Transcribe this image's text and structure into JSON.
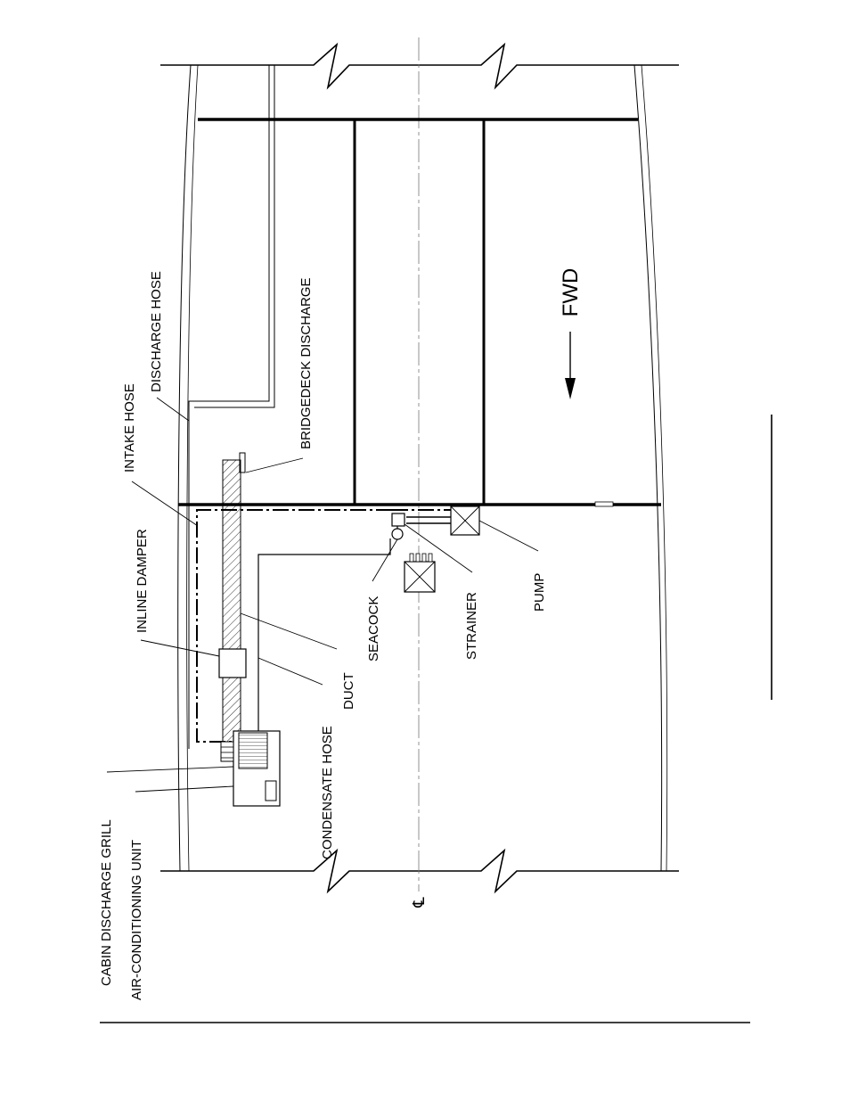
{
  "labels": {
    "discharge_hose": "DISCHARGE HOSE",
    "intake_hose": "INTAKE HOSE",
    "bridgedeck_discharge": "BRIDGEDECK DISCHARGE",
    "inline_damper": "INLINE DAMPER",
    "seacock": "SEACOCK",
    "strainer": "STRAINER",
    "pump": "PUMP",
    "duct": "DUCT",
    "condensate_hose": "CONDENSATE HOSE",
    "cabin_discharge_grill": "CABIN DISCHARGE GRILL",
    "air_conditioning_unit": "AIR-CONDITIONING UNIT",
    "fwd": "FWD",
    "centerline": "℄"
  }
}
